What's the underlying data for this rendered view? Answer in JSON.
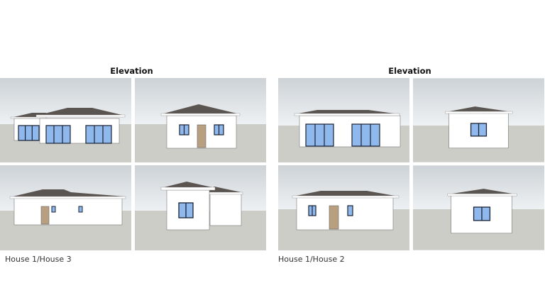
{
  "groups": [
    {
      "title": "Elevation",
      "caption": "House 1/House 3",
      "panels": [
        "front-elevation-wide-glazed",
        "side-elevation-door-two-windows",
        "rear-elevation-door-two-small-windows",
        "side-elevation-stepped-one-window"
      ]
    },
    {
      "title": "Elevation",
      "caption": "House 1/House 2",
      "panels": [
        "front-elevation-two-glazed-doors",
        "side-elevation-one-window",
        "rear-elevation-door-two-windows",
        "side-elevation-one-window"
      ]
    }
  ],
  "colors": {
    "sky_top": "#cfd4d8",
    "sky_bottom": "#e8ecef",
    "ground": "#cdcdc8",
    "wall": "#ffffff",
    "roof": "#5b5551",
    "glass": "#8fb8ec",
    "frame": "#1a2233",
    "door": "#b89f80"
  }
}
